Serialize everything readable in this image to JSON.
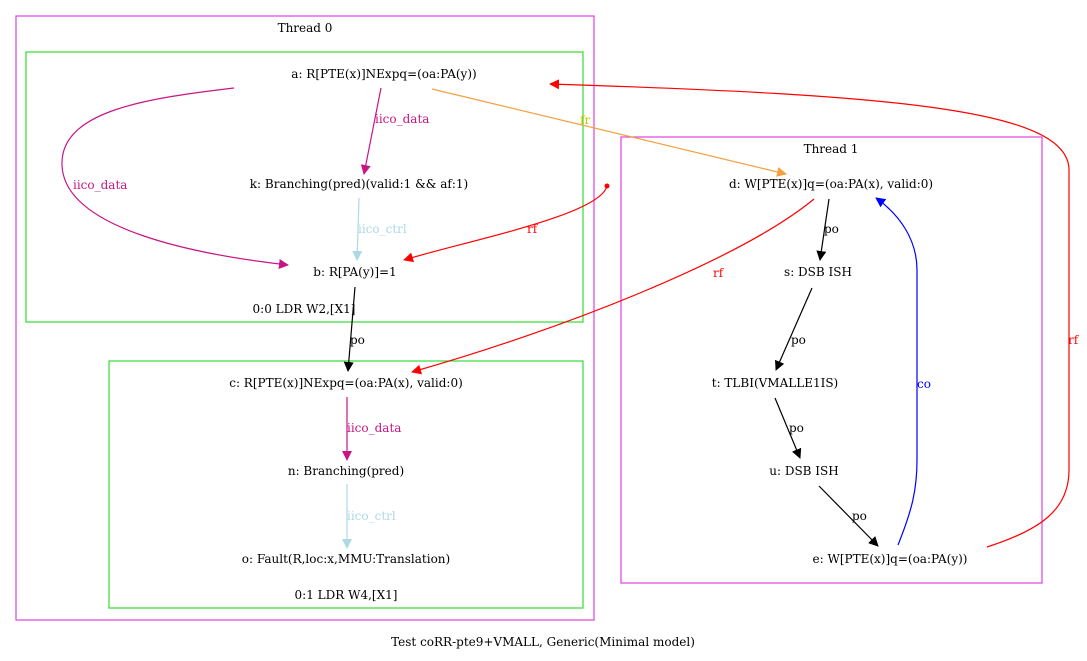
{
  "caption": "Test coRR-pte9+VMALL, Generic(Minimal model)",
  "clusters": {
    "thread0": {
      "title": "Thread 0"
    },
    "thread1": {
      "title": "Thread 1"
    },
    "instr0": {
      "title": "0:0 LDR W2,[X1]"
    },
    "instr1": {
      "title": "0:1 LDR W4,[X1]"
    }
  },
  "nodes": {
    "a": "a: R[PTE(x)]NExpq=(oa:PA(y))",
    "k": "k: Branching(pred)(valid:1 && af:1)",
    "b": "b: R[PA(y)]=1",
    "c": "c: R[PTE(x)]NExpq=(oa:PA(x), valid:0)",
    "n": "n: Branching(pred)",
    "o": "o: Fault(R,loc:x,MMU:Translation)",
    "d": "d: W[PTE(x)]q=(oa:PA(x), valid:0)",
    "s": "s: DSB ISH",
    "t": "t: TLBI(VMALLE1IS)",
    "u": "u: DSB ISH",
    "e": "e: W[PTE(x)]q=(oa:PA(y))"
  },
  "edges": [
    {
      "from": "a",
      "to": "k",
      "label": "iico_data",
      "color": "#c71585"
    },
    {
      "from": "a",
      "to": "b",
      "label": "iico_data",
      "color": "#c71585"
    },
    {
      "from": "k",
      "to": "b",
      "label": "iico_ctrl",
      "color": "#add8e6"
    },
    {
      "from": "b",
      "to": "c",
      "label": "po",
      "color": "#000000"
    },
    {
      "from": "c",
      "to": "n",
      "label": "iico_data",
      "color": "#c71585"
    },
    {
      "from": "n",
      "to": "o",
      "label": "iico_ctrl",
      "color": "#add8e6"
    },
    {
      "from": "a",
      "to": "d",
      "label": "fr",
      "color": "#f4a040"
    },
    {
      "from": "init",
      "to": "b",
      "label": "rf",
      "color": "#ff0000"
    },
    {
      "from": "d",
      "to": "c",
      "label": "rf",
      "color": "#ff0000"
    },
    {
      "from": "d",
      "to": "s",
      "label": "po",
      "color": "#000000"
    },
    {
      "from": "s",
      "to": "t",
      "label": "po",
      "color": "#000000"
    },
    {
      "from": "t",
      "to": "u",
      "label": "po",
      "color": "#000000"
    },
    {
      "from": "u",
      "to": "e",
      "label": "po",
      "color": "#000000"
    },
    {
      "from": "e",
      "to": "d",
      "label": "co",
      "color": "#0000ff"
    },
    {
      "from": "e",
      "to": "a",
      "label": "rf",
      "color": "#ff0000"
    }
  ],
  "colors": {
    "thread_border": "#e040e0",
    "instr_border": "#33dd33"
  }
}
